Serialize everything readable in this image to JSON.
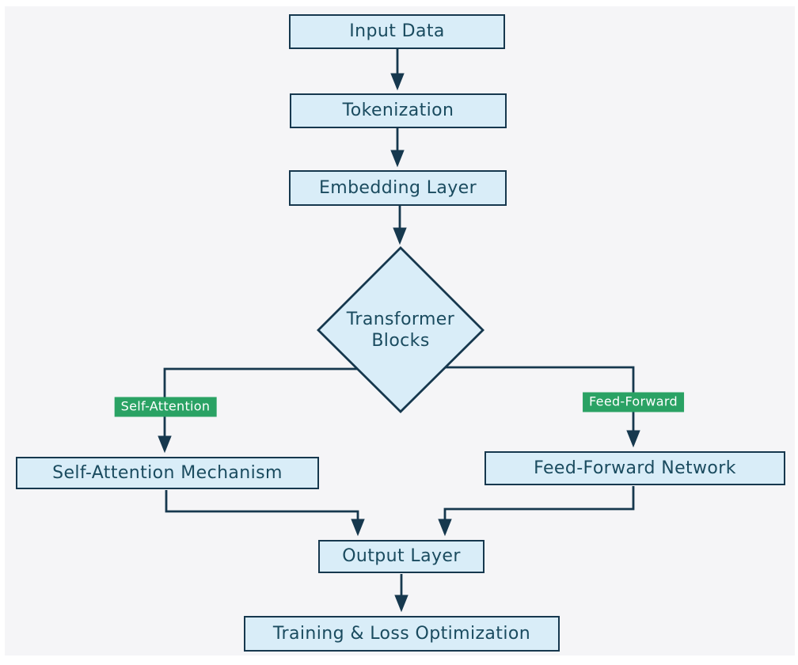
{
  "diagram": {
    "type": "flowchart",
    "direction": "top-down",
    "nodes": {
      "input_data": {
        "label": "Input Data",
        "shape": "rect"
      },
      "tokenization": {
        "label": "Tokenization",
        "shape": "rect"
      },
      "embedding_layer": {
        "label": "Embedding Layer",
        "shape": "rect"
      },
      "transformer_blocks": {
        "label": "Transformer Blocks",
        "shape": "diamond"
      },
      "self_attention_mechanism": {
        "label": "Self-Attention Mechanism",
        "shape": "rect"
      },
      "feed_forward_network": {
        "label": "Feed-Forward Network",
        "shape": "rect"
      },
      "output_layer": {
        "label": "Output Layer",
        "shape": "rect"
      },
      "training_loss_optimization": {
        "label": "Training & Loss Optimization",
        "shape": "rect"
      }
    },
    "edges": [
      {
        "from": "input_data",
        "to": "tokenization",
        "label": ""
      },
      {
        "from": "tokenization",
        "to": "embedding_layer",
        "label": ""
      },
      {
        "from": "embedding_layer",
        "to": "transformer_blocks",
        "label": ""
      },
      {
        "from": "transformer_blocks",
        "to": "self_attention_mechanism",
        "label": "Self-Attention"
      },
      {
        "from": "transformer_blocks",
        "to": "feed_forward_network",
        "label": "Feed-Forward"
      },
      {
        "from": "self_attention_mechanism",
        "to": "output_layer",
        "label": ""
      },
      {
        "from": "feed_forward_network",
        "to": "output_layer",
        "label": ""
      },
      {
        "from": "output_layer",
        "to": "training_loss_optimization",
        "label": ""
      }
    ],
    "colors": {
      "node_fill": "#d9edf8",
      "node_border": "#16384e",
      "node_text": "#1a4b5f",
      "edge": "#16384e",
      "edge_label_bg": "#2aa264",
      "edge_label_text": "#ffffff",
      "canvas_bg": "#f5f5f7"
    }
  }
}
